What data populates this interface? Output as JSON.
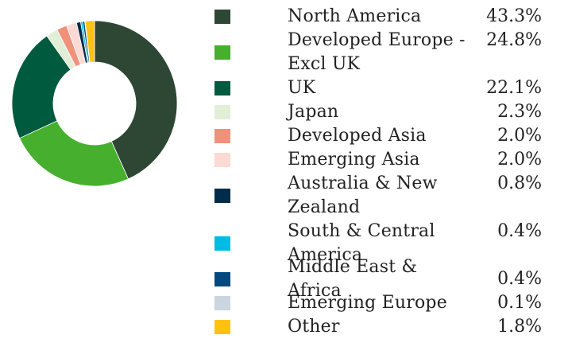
{
  "chart_data": {
    "type": "pie",
    "donut": true,
    "categories": [
      "North America",
      "Developed Europe - Excl UK",
      "UK",
      "Japan",
      "Developed Asia",
      "Emerging Asia",
      "Australia & New Zealand",
      "South & Central America",
      "Middle East & Africa",
      "Emerging Europe",
      "Other"
    ],
    "values": [
      43.3,
      24.8,
      22.1,
      2.3,
      2.0,
      2.0,
      0.8,
      0.4,
      0.4,
      0.1,
      1.8
    ],
    "value_labels": [
      "43.3%",
      "24.8%",
      "22.1%",
      "2.3%",
      "2.0%",
      "2.0%",
      "0.8%",
      "0.4%",
      "0.4%",
      "0.1%",
      "1.8%"
    ],
    "colors": [
      "#2d4734",
      "#46b02e",
      "#005a3e",
      "#e1efd6",
      "#f0917c",
      "#fcd9d3",
      "#002b49",
      "#00bce2",
      "#00497e",
      "#c9d6e0",
      "#ffc20e"
    ],
    "legend_position": "right"
  }
}
